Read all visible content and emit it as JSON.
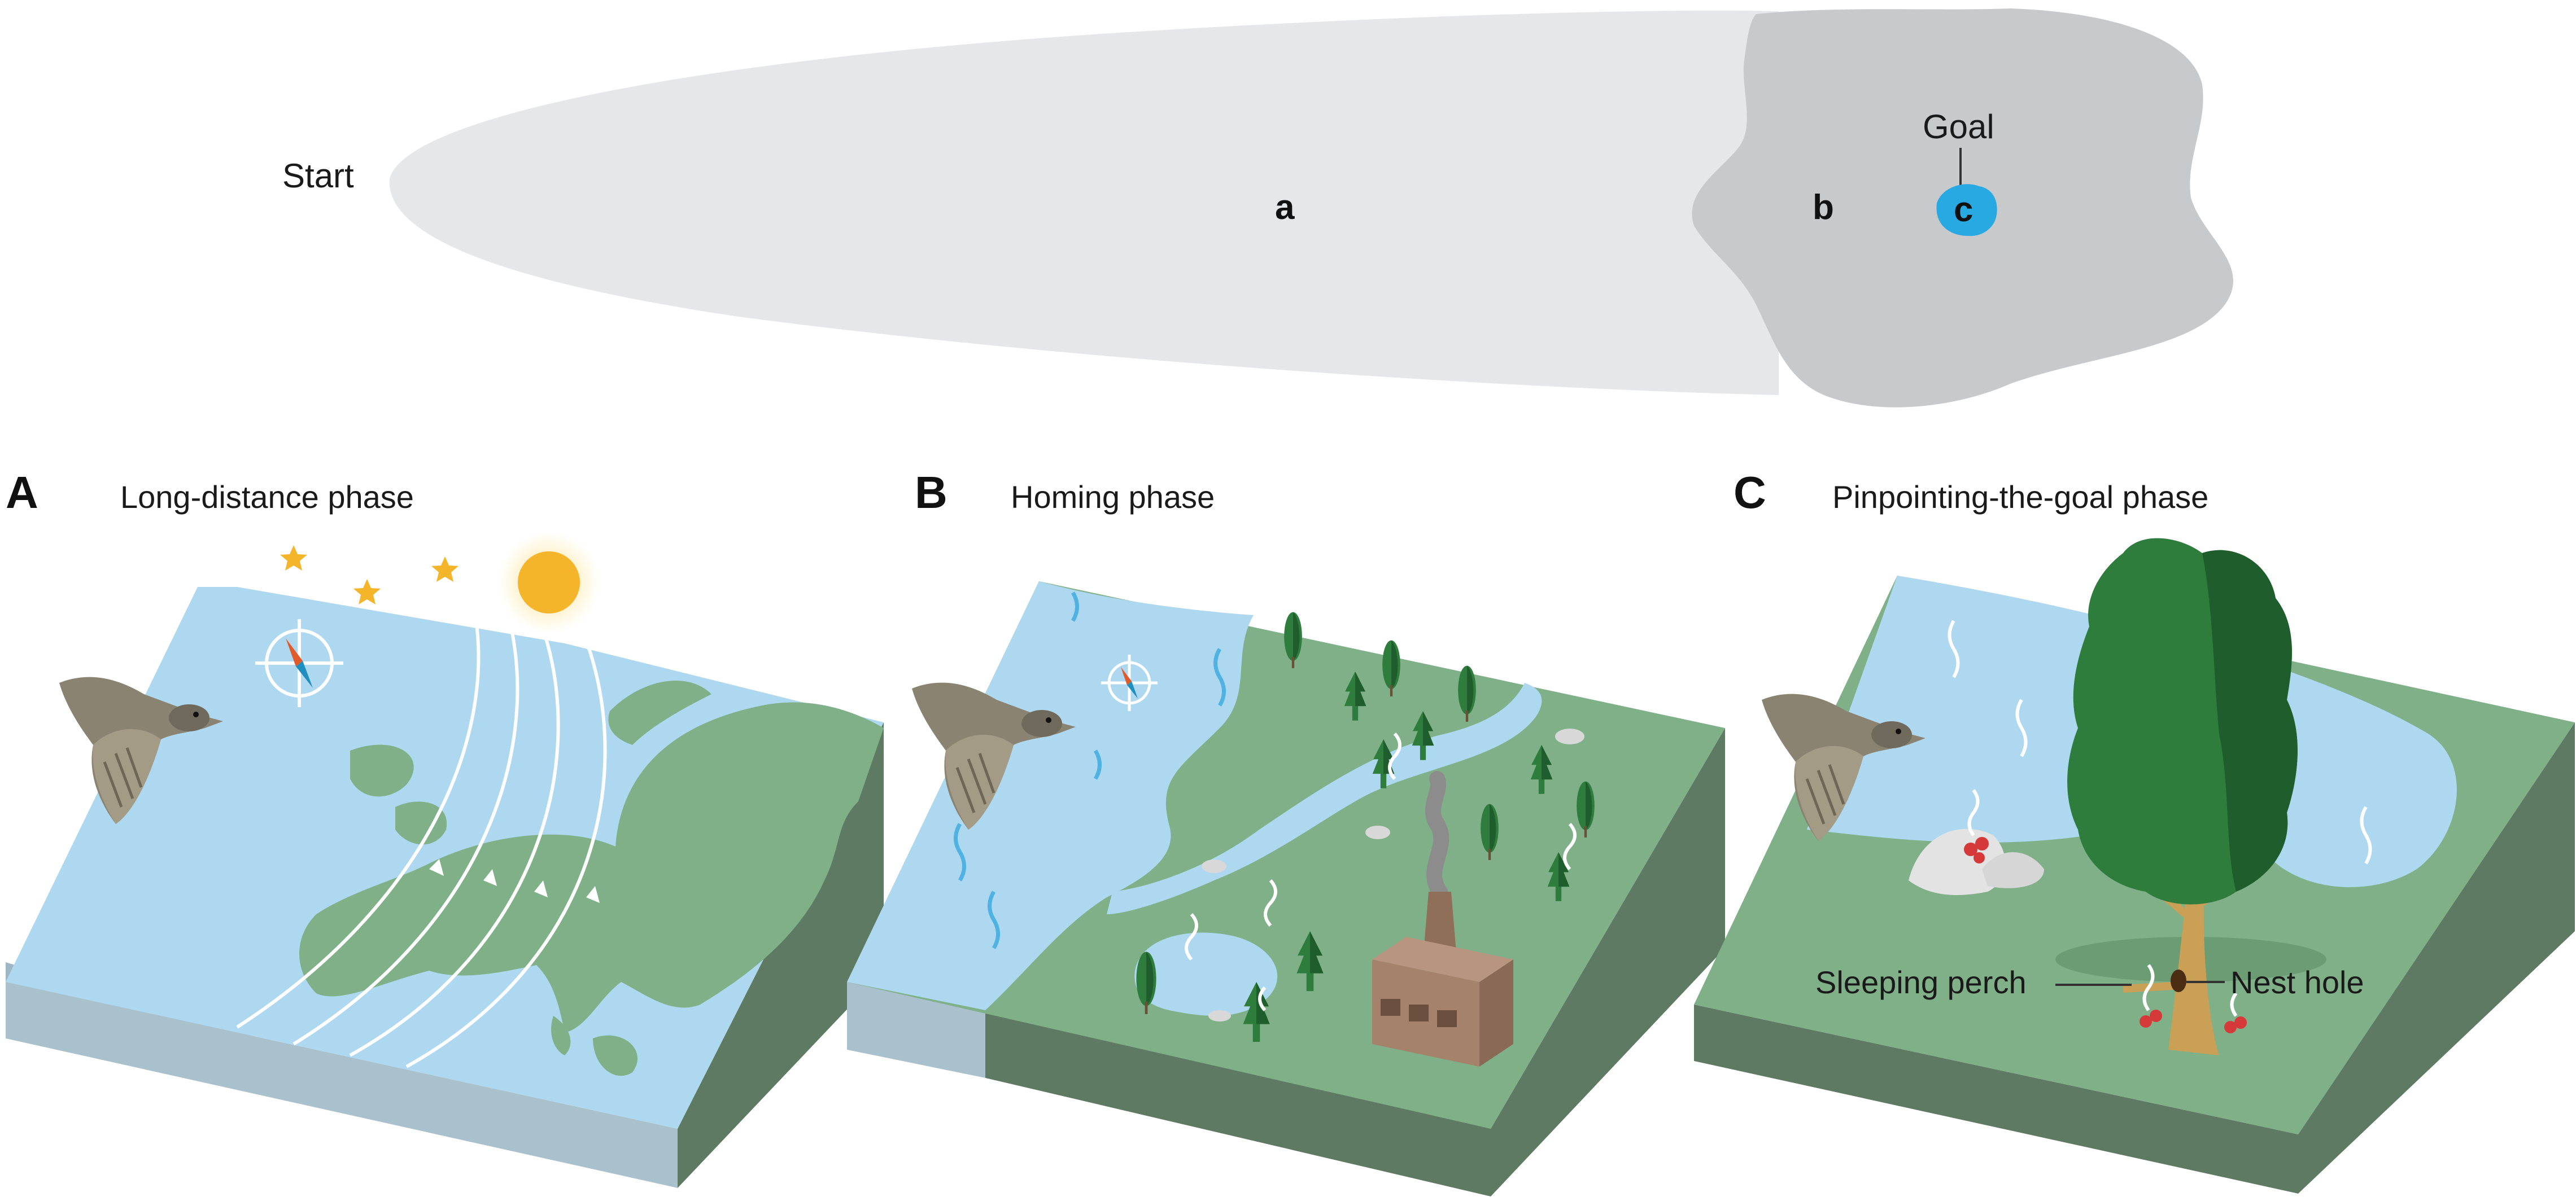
{
  "schematic": {
    "start_label": "Start",
    "goal_label": "Goal",
    "zone_a": "a",
    "zone_b": "b",
    "zone_c": "c"
  },
  "panels": [
    {
      "letter": "A",
      "title": "Long-distance phase"
    },
    {
      "letter": "B",
      "title": "Homing phase"
    },
    {
      "letter": "C",
      "title": "Pinpointing-the-goal phase"
    }
  ],
  "callouts": {
    "sleeping_perch": "Sleeping perch",
    "nest_hole": "Nest hole"
  },
  "colors": {
    "zone_a": "#e6e7e8",
    "zone_b": "#c8c9cb",
    "goal": "#29a9e1",
    "water": "#aed8f0",
    "land": "#7fb088",
    "block_side_dark": "#5e7a63",
    "block_side_water": "#9fb7c4",
    "tree": "#2f7d3d",
    "sun": "#f5b52b",
    "factory": "#a5826b"
  }
}
